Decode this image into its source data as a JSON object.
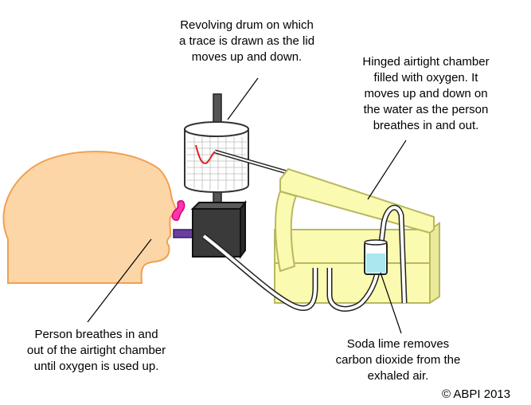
{
  "labels": {
    "drum": [
      "Revolving drum on which",
      "a trace is drawn as the lid",
      "moves up and down."
    ],
    "chamber": [
      "Hinged airtight chamber",
      "filled with oxygen. It",
      "moves up and down on",
      "the water as the person",
      "breathes in and out."
    ],
    "person": [
      "Person breathes in and",
      "out of the airtight chamber",
      "until oxygen is used up."
    ],
    "soda": [
      "Soda lime removes",
      "carbon dioxide from the",
      "exhaled air."
    ]
  },
  "copyright": "© ABPI 2013",
  "colors": {
    "skin": "#fdd6a8",
    "skin_outline": "#f0a050",
    "chamber": "#fafab0",
    "chamber_outline": "#b8b860",
    "base": "#3a3a3a",
    "mouthpiece": "#6a3fa0",
    "nose_clip": "#ff33aa",
    "soda_lime": "#a8e8ee",
    "trace": "#dd2222"
  }
}
